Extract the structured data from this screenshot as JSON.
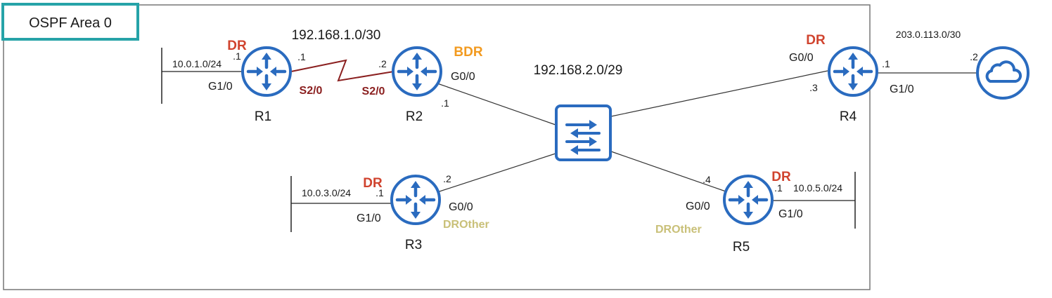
{
  "area": {
    "label": "OSPF Area 0"
  },
  "colors": {
    "node": "#2a6bbf",
    "box": "#26a3a8",
    "dr": "#d0432e",
    "bdr": "#f29a1f",
    "drother": "#c9c078",
    "serial": "#8b2020"
  },
  "subnets": {
    "r1_r2": "192.168.1.0/30",
    "lan": "192.168.2.0/29",
    "wan": "203.0.113.0/30",
    "r1_lan": "10.0.1.0/24",
    "r3_lan": "10.0.3.0/24",
    "r5_lan": "10.0.5.0/24"
  },
  "routers": {
    "r1": {
      "name": "R1",
      "role": "DR",
      "g1": "G1/0",
      "s2": "S2/0",
      "lan_host": ".1",
      "serial_host": ".1"
    },
    "r2": {
      "name": "R2",
      "role": "BDR",
      "s2": "S2/0",
      "g0": "G0/0",
      "serial_host": ".2",
      "lan_host": ".1"
    },
    "r3": {
      "name": "R3",
      "role": "DR",
      "role2": "DROther",
      "g1": "G1/0",
      "g0": "G0/0",
      "lan_host": ".1",
      "sw_host": ".2"
    },
    "r4": {
      "name": "R4",
      "role": "DR",
      "g0": "G0/0",
      "g1": "G1/0",
      "sw_host": ".3",
      "wan_host": ".1"
    },
    "r5": {
      "name": "R5",
      "role": "DR",
      "role2": "DROther",
      "g0": "G0/0",
      "g1": "G1/0",
      "sw_host": ".4",
      "lan_host": ".1"
    }
  },
  "internet": {
    "host": ".2"
  },
  "icons": {
    "router": "router-icon",
    "switch": "switch-icon",
    "cloud": "cloud-icon"
  }
}
